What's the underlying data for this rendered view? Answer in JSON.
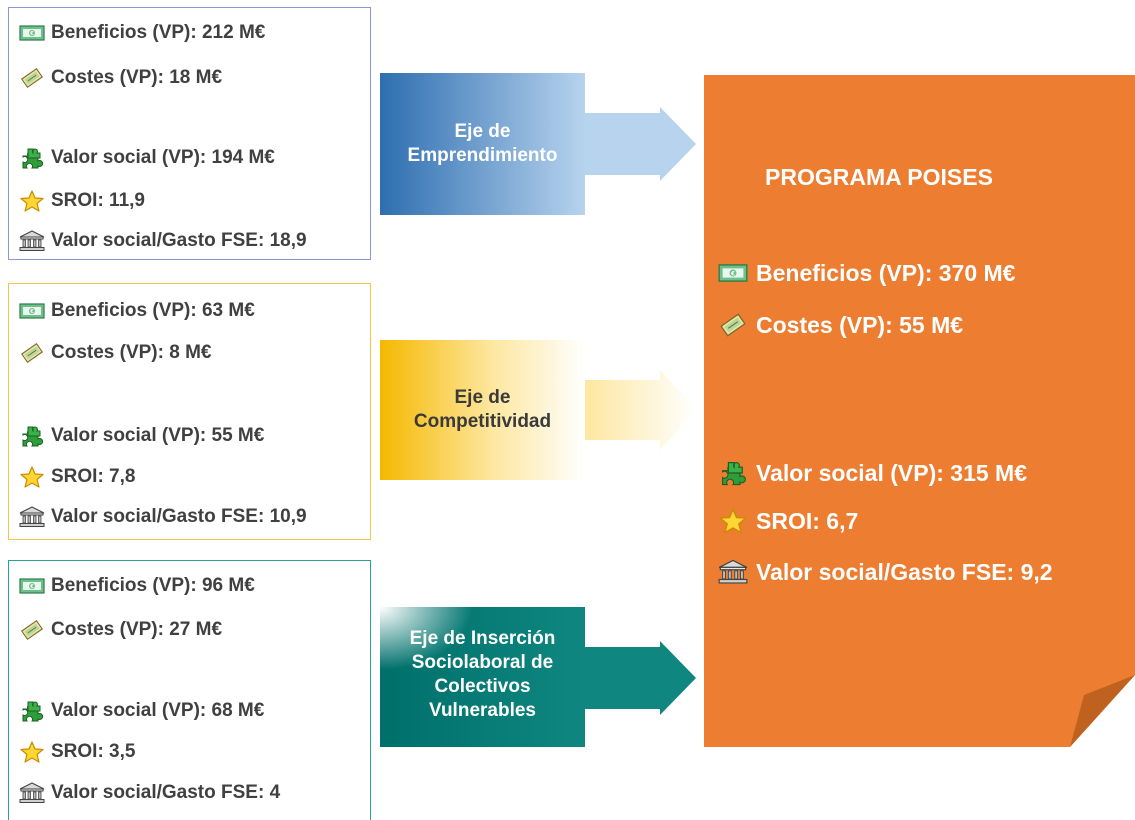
{
  "boxes": [
    {
      "name": "emprendimiento",
      "border": "#8899d6",
      "beneficios": "Beneficios (VP): 212 M€",
      "costes": "Costes (VP): 18 M€",
      "valor_social": "Valor social (VP): 194 M€",
      "sroi": "SROI: 11,9",
      "gasto": "Valor social/Gasto FSE: 18,9"
    },
    {
      "name": "competitividad",
      "border": "#f6c64a",
      "beneficios": "Beneficios (VP): 63 M€",
      "costes": "Costes (VP): 8 M€",
      "valor_social": "Valor social (VP): 55 M€",
      "sroi": "SROI: 7,8",
      "gasto": "Valor social/Gasto FSE: 10,9"
    },
    {
      "name": "insercion",
      "border": "#2aa197",
      "beneficios": "Beneficios (VP): 96 M€",
      "costes": "Costes (VP): 27 M€",
      "valor_social": "Valor social (VP): 68 M€",
      "sroi": "SROI: 3,5",
      "gasto": "Valor social/Gasto FSE: 4"
    }
  ],
  "arrows": [
    {
      "line1": "Eje de",
      "line2": "Emprendimiento",
      "color_start": "#2e6eb0",
      "color_end": "#a9cbea"
    },
    {
      "line1": "Eje de",
      "line2": "Competitividad",
      "color_start": "#f5b800",
      "color_end": "#ffffff"
    },
    {
      "line1": "Eje de Inserción",
      "line2": "Sociolaboral de",
      "line3": "Colectivos",
      "line4": "Vulnerables",
      "color_start": "#007a74",
      "color_end": "#0f8780"
    }
  ],
  "program": {
    "title": "PROGRAMA POISES",
    "color": "#ed7d31",
    "beneficios": "Beneficios (VP): 370 M€",
    "costes": "Costes (VP): 55 M€",
    "valor_social": "Valor social (VP): 315 M€",
    "sroi": "SROI: 6,7",
    "gasto": "Valor social/Gasto FSE: 9,2"
  },
  "icons": [
    "banknote-icon",
    "coins-icon",
    "puzzle-icon",
    "star-icon",
    "bank-icon"
  ]
}
